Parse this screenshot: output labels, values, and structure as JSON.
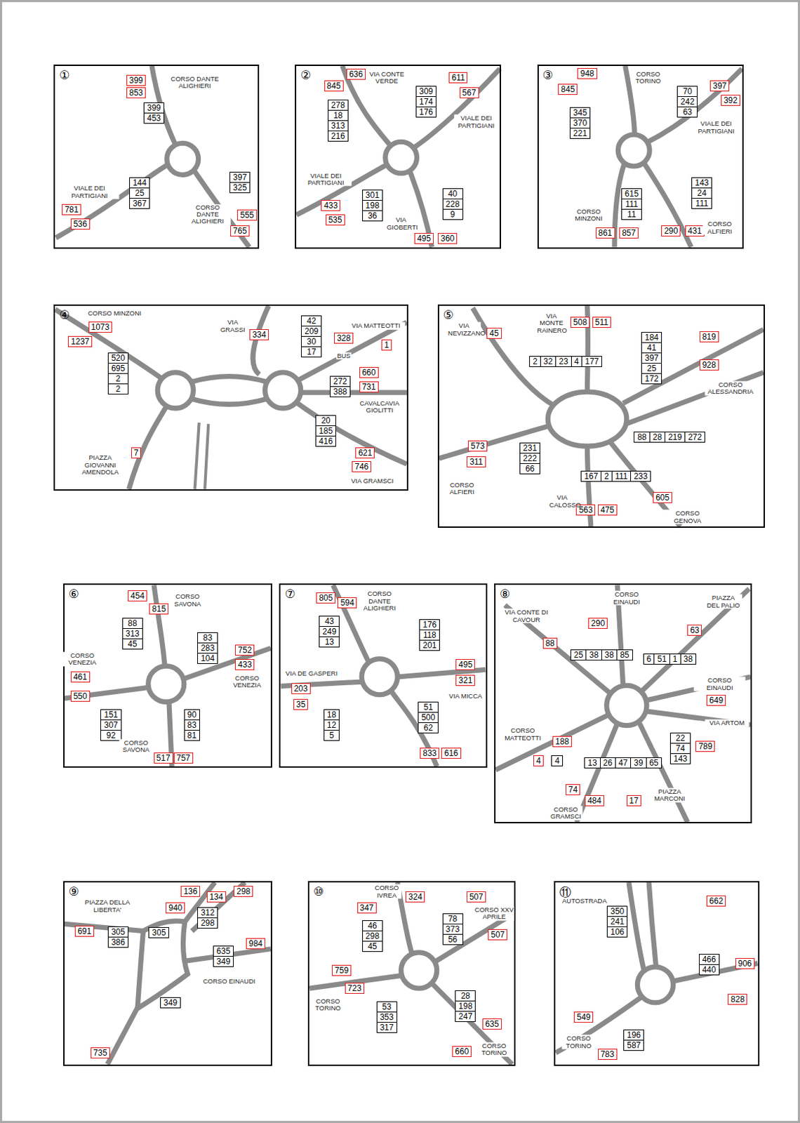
{
  "diagram": {
    "nodes": [
      {
        "text": [
          "①"
        ]
      },
      {
        "text": [
          "399"
        ],
        "in": 0
      },
      {
        "text": [
          "853"
        ],
        "in": 0
      },
      {
        "text": [
          "781"
        ],
        "in": 0
      },
      {
        "text": [
          "536"
        ],
        "in": 0
      },
      {
        "text": [
          "555"
        ],
        "in": 0
      },
      {
        "text": [
          "765"
        ],
        "in": 0
      },
      {
        "text": [
          "399",
          "453"
        ],
        "in": 0
      },
      {
        "text": [
          "144",
          "25",
          "367"
        ],
        "in": 0
      },
      {
        "text": [
          "397",
          "325"
        ],
        "in": 0
      },
      {
        "text": [
          "②"
        ]
      },
      {
        "text": [
          "845"
        ],
        "in": 10
      },
      {
        "text": [
          "636"
        ],
        "in": 10
      },
      {
        "text": [
          "611"
        ],
        "in": 10
      },
      {
        "text": [
          "567"
        ],
        "in": 10
      },
      {
        "text": [
          "433"
        ],
        "in": 10
      },
      {
        "text": [
          "535"
        ],
        "in": 10
      },
      {
        "text": [
          "495"
        ],
        "in": 10
      },
      {
        "text": [
          "360"
        ],
        "in": 10
      },
      {
        "text": [
          "278",
          "18",
          "313",
          "216"
        ],
        "in": 10
      },
      {
        "text": [
          "309",
          "174",
          "176"
        ],
        "in": 10
      },
      {
        "text": [
          "301",
          "198",
          "36"
        ],
        "in": 10
      },
      {
        "text": [
          "40",
          "228",
          "9"
        ],
        "in": 10
      },
      {
        "text": [
          "③"
        ]
      },
      {
        "text": [
          "845"
        ],
        "in": 23
      },
      {
        "text": [
          "948"
        ],
        "in": 23
      },
      {
        "text": [
          "397"
        ],
        "in": 23
      },
      {
        "text": [
          "392"
        ],
        "in": 23
      },
      {
        "text": [
          "861"
        ],
        "in": 23
      },
      {
        "text": [
          "857"
        ],
        "in": 23
      },
      {
        "text": [
          "290"
        ],
        "in": 23
      },
      {
        "text": [
          "431"
        ],
        "in": 23
      },
      {
        "text": [
          "345",
          "370",
          "221"
        ],
        "in": 23
      },
      {
        "text": [
          "70",
          "242",
          "63"
        ],
        "in": 23
      },
      {
        "text": [
          "615",
          "111",
          "11"
        ],
        "in": 23
      },
      {
        "text": [
          "143",
          "24",
          "111"
        ],
        "in": 23
      },
      {
        "text": [
          "④"
        ]
      },
      {
        "text": [
          "1073"
        ],
        "in": 36
      },
      {
        "text": [
          "1237"
        ],
        "in": 36
      },
      {
        "text": [
          "334"
        ],
        "in": 36
      },
      {
        "text": [
          "328"
        ],
        "in": 36
      },
      {
        "text": [
          "1"
        ],
        "in": 36
      },
      {
        "text": [
          "660"
        ],
        "in": 36
      },
      {
        "text": [
          "731"
        ],
        "in": 36
      },
      {
        "text": [
          "621"
        ],
        "in": 36
      },
      {
        "text": [
          "746"
        ],
        "in": 36
      },
      {
        "text": [
          "7"
        ],
        "in": 36
      },
      {
        "text": [
          "520",
          "695",
          "2",
          "2"
        ],
        "in": 36
      },
      {
        "text": [
          "42",
          "209",
          "30",
          "17"
        ],
        "in": 36
      },
      {
        "text": [
          "272",
          "388"
        ],
        "in": 36
      },
      {
        "text": [
          "20",
          "185",
          "416"
        ],
        "in": 36
      },
      {
        "text": [
          "⑤"
        ]
      },
      {
        "text": [
          "508"
        ],
        "in": 51
      },
      {
        "text": [
          "511"
        ],
        "in": 51
      },
      {
        "text": [
          "819"
        ],
        "in": 51
      },
      {
        "text": [
          "928"
        ],
        "in": 51
      },
      {
        "text": [
          "45"
        ],
        "in": 51
      },
      {
        "text": [
          "573"
        ],
        "in": 51
      },
      {
        "text": [
          "311"
        ],
        "in": 51
      },
      {
        "text": [
          "563"
        ],
        "in": 51
      },
      {
        "text": [
          "475"
        ],
        "in": 51
      },
      {
        "text": [
          "605"
        ],
        "in": 51
      },
      {
        "text": [
          "2",
          "32",
          "23",
          "4",
          "177"
        ],
        "in": 51
      },
      {
        "text": [
          "184",
          "41",
          "397",
          "25",
          "172"
        ],
        "in": 51
      },
      {
        "text": [
          "231",
          "222",
          "66"
        ],
        "in": 51
      },
      {
        "text": [
          "167",
          "2",
          "111",
          "233"
        ],
        "in": 51
      },
      {
        "text": [
          "88",
          "28",
          "219",
          "272"
        ],
        "in": 51
      },
      {
        "text": [
          "⑥"
        ]
      },
      {
        "text": [
          "454"
        ],
        "in": 67
      },
      {
        "text": [
          "815"
        ],
        "in": 67
      },
      {
        "text": [
          "752"
        ],
        "in": 67
      },
      {
        "text": [
          "433"
        ],
        "in": 67
      },
      {
        "text": [
          "461"
        ],
        "in": 67
      },
      {
        "text": [
          "550"
        ],
        "in": 67
      },
      {
        "text": [
          "517"
        ],
        "in": 67
      },
      {
        "text": [
          "757"
        ],
        "in": 67
      },
      {
        "text": [
          "88",
          "313",
          "45"
        ],
        "in": 67
      },
      {
        "text": [
          "83",
          "283",
          "104"
        ],
        "in": 67
      },
      {
        "text": [
          "151",
          "307",
          "92"
        ],
        "in": 67
      },
      {
        "text": [
          "90",
          "83",
          "81"
        ],
        "in": 67
      },
      {
        "text": [
          "⑦"
        ]
      },
      {
        "text": [
          "805"
        ],
        "in": 80
      },
      {
        "text": [
          "594"
        ],
        "in": 80
      },
      {
        "text": [
          "495"
        ],
        "in": 80
      },
      {
        "text": [
          "321"
        ],
        "in": 80
      },
      {
        "text": [
          "203"
        ],
        "in": 80
      },
      {
        "text": [
          "35"
        ],
        "in": 80
      },
      {
        "text": [
          "833"
        ],
        "in": 80
      },
      {
        "text": [
          "616"
        ],
        "in": 80
      },
      {
        "text": [
          "43",
          "249",
          "13"
        ],
        "in": 80
      },
      {
        "text": [
          "176",
          "118",
          "201"
        ],
        "in": 80
      },
      {
        "text": [
          "18",
          "12",
          "5"
        ],
        "in": 80
      },
      {
        "text": [
          "51",
          "500",
          "62"
        ],
        "in": 80
      },
      {
        "text": [
          "⑧"
        ]
      },
      {
        "text": [
          "290"
        ],
        "in": 93
      },
      {
        "text": [
          "63"
        ],
        "in": 93
      },
      {
        "text": [
          "88"
        ],
        "in": 93
      },
      {
        "text": [
          "649"
        ],
        "in": 93
      },
      {
        "text": [
          "789"
        ],
        "in": 93
      },
      {
        "text": [
          "188"
        ],
        "in": 93
      },
      {
        "text": [
          "4"
        ],
        "in": 93
      },
      {
        "text": [
          "74"
        ],
        "in": 93
      },
      {
        "text": [
          "484"
        ],
        "in": 93
      },
      {
        "text": [
          "17"
        ],
        "in": 93
      },
      {
        "text": [
          "25",
          "38",
          "38",
          "85"
        ],
        "in": 93
      },
      {
        "text": [
          "6",
          "51",
          "1",
          "38"
        ],
        "in": 93
      },
      {
        "text": [
          "22",
          "74",
          "143"
        ],
        "in": 93
      },
      {
        "text": [
          "13",
          "26",
          "47",
          "39",
          "65"
        ],
        "in": 93
      },
      {
        "text": [
          "4"
        ],
        "in": 93
      },
      {
        "text": [
          "⑨"
        ]
      },
      {
        "text": [
          "136"
        ],
        "in": 109
      },
      {
        "text": [
          "134"
        ],
        "in": 109
      },
      {
        "text": [
          "298"
        ],
        "in": 109
      },
      {
        "text": [
          "940"
        ],
        "in": 109
      },
      {
        "text": [
          "691"
        ],
        "in": 109
      },
      {
        "text": [
          "984"
        ],
        "in": 109
      },
      {
        "text": [
          "735"
        ],
        "in": 109
      },
      {
        "text": [
          "305",
          "386"
        ],
        "in": 109
      },
      {
        "text": [
          "305"
        ],
        "in": 109
      },
      {
        "text": [
          "312",
          "298"
        ],
        "in": 109
      },
      {
        "text": [
          "635",
          "349"
        ],
        "in": 109
      },
      {
        "text": [
          "349"
        ],
        "in": 109
      },
      {
        "text": [
          "⑩"
        ]
      },
      {
        "text": [
          "347"
        ],
        "in": 122
      },
      {
        "text": [
          "324"
        ],
        "in": 122
      },
      {
        "text": [
          "507"
        ],
        "in": 122
      },
      {
        "text": [
          "507"
        ],
        "in": 122
      },
      {
        "text": [
          "759"
        ],
        "in": 122
      },
      {
        "text": [
          "723"
        ],
        "in": 122
      },
      {
        "text": [
          "635"
        ],
        "in": 122
      },
      {
        "text": [
          "660"
        ],
        "in": 122
      },
      {
        "text": [
          "46",
          "298",
          "45"
        ],
        "in": 122
      },
      {
        "text": [
          "78",
          "373",
          "56"
        ],
        "in": 122
      },
      {
        "text": [
          "53",
          "353",
          "317"
        ],
        "in": 122
      },
      {
        "text": [
          "28",
          "198",
          "247"
        ],
        "in": 122
      },
      {
        "text": [
          "⑪"
        ]
      },
      {
        "text": [
          "662"
        ],
        "in": 135
      },
      {
        "text": [
          "906"
        ],
        "in": 135
      },
      {
        "text": [
          "828"
        ],
        "in": 135
      },
      {
        "text": [
          "549"
        ],
        "in": 135
      },
      {
        "text": [
          "783"
        ],
        "in": 135
      },
      {
        "text": [
          "350",
          "241",
          "106"
        ],
        "in": 135
      },
      {
        "text": [
          "466",
          "440"
        ],
        "in": 135
      },
      {
        "text": [
          "196",
          "587"
        ],
        "in": 135
      }
    ],
    "labels": [
      "CORSO DANTE ALIGHIERI",
      "VIALE DEI PARTIGIANI",
      "CORSO DANTE ALIGHIERI",
      "VIA CONTE VERDE",
      "VIALE DEI PARTIGIANI",
      "VIALE DEI PARTIGIANI",
      "VIA GIOBERTI",
      "CORSO TORINO",
      "VIALE DEI PARTIGIANI",
      "CORSO MINZONI",
      "CORSO ALFIERI",
      "CORSO MINZONI",
      "VIA GRASSI",
      "VIA MATTEOTTI",
      "BUS",
      "CAVALCAVIA GIOLITTI",
      "VIA GRAMSCI",
      "PIAZZA GIOVANNI AMENDOLA",
      "VIA MONTE RAINERO",
      "VIA NEVIZZANO",
      "CORSO ALESSANDRIA",
      "CORSO ALFIERI",
      "VIA CALOSSO",
      "CORSO GENOVA",
      "CORSO SAVONA",
      "CORSO VENEZIA",
      "CORSO VENEZIA",
      "CORSO SAVONA",
      "CORSO DANTE ALIGHIERI",
      "VIA DE GASPERI",
      "VIA MICCA",
      "CORSO EINAUDI",
      "PIAZZA DEL PALIO",
      "VIA CONTE DI CAVOUR",
      "CORSO EINAUDI",
      "VIA ARTOM",
      "CORSO MATTEOTTI",
      "CORSO GRAMSCI",
      "PIAZZA MARCONI",
      "PIAZZA DELLA LIBERTA'",
      "CORSO EINAUDI",
      "CORSO IVREA",
      "CORSO XXV APRILE",
      "CORSO TORINO",
      "CORSO TORINO",
      "AUTOSTRADA",
      "CORSO TORINO"
    ]
  }
}
